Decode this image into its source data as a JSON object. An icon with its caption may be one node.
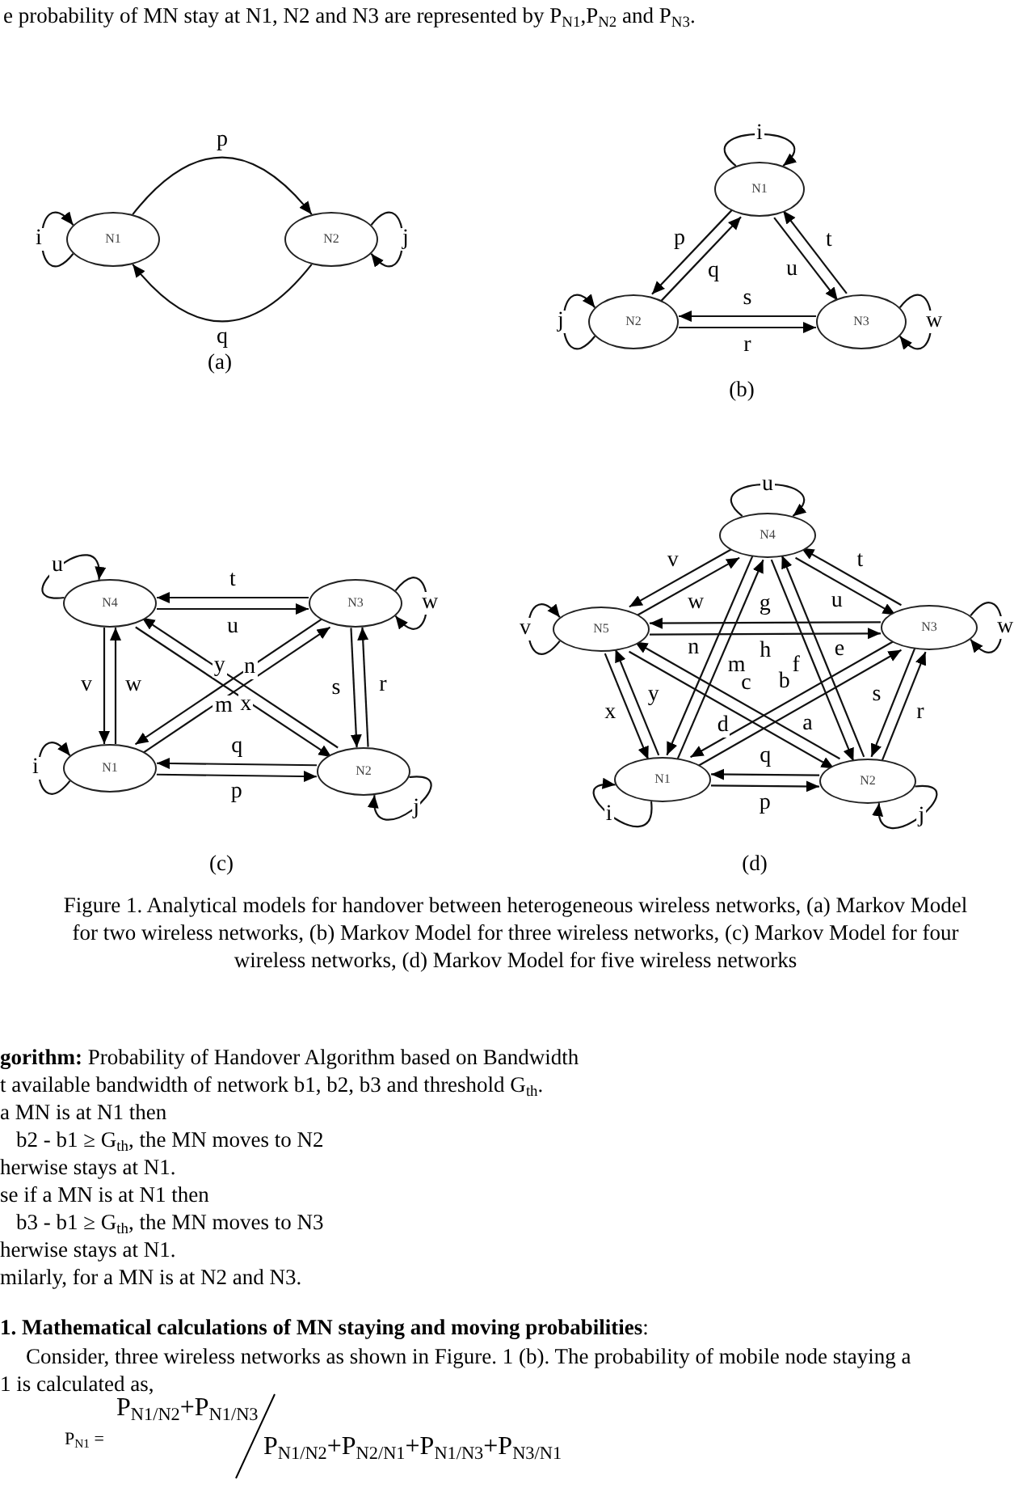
{
  "diagram": {
    "caption": "Figure 1. Analytical models for handover between heterogeneous wireless networks, (a) Markov Model for two wireless networks, (b) Markov Model for three wireless networks, (c) Markov Model for four wireless networks, (d) Markov Model for five wireless networks",
    "nodes": [
      {
        "text": [
          "N1"
        ]
      },
      {
        "text": [
          "N2"
        ]
      },
      {
        "text": [
          "N1"
        ]
      },
      {
        "text": [
          "N2"
        ]
      },
      {
        "text": [
          "N3"
        ]
      },
      {
        "text": [
          "N4"
        ]
      },
      {
        "text": [
          "N3"
        ]
      },
      {
        "text": [
          "N1"
        ]
      },
      {
        "text": [
          "N2"
        ]
      },
      {
        "text": [
          "N4"
        ]
      },
      {
        "text": [
          "N5"
        ]
      },
      {
        "text": [
          "N3"
        ]
      },
      {
        "text": [
          "N1"
        ]
      },
      {
        "text": [
          "N2"
        ]
      }
    ],
    "edges": [
      {
        "from": 0,
        "to": 0,
        "arrow": "to",
        "label": "i"
      },
      {
        "from": 1,
        "to": 1,
        "arrow": "to",
        "label": "j"
      },
      {
        "from": 0,
        "to": 1,
        "arrow": "to",
        "label": "p"
      },
      {
        "from": 1,
        "to": 0,
        "arrow": "to",
        "label": "q"
      },
      {
        "from": 2,
        "to": 2,
        "arrow": "to",
        "label": "i"
      },
      {
        "from": 3,
        "to": 3,
        "arrow": "to",
        "label": "j"
      },
      {
        "from": 4,
        "to": 4,
        "arrow": "to",
        "label": "w"
      },
      {
        "from": 2,
        "to": 3,
        "arrow": "to",
        "label": "p"
      },
      {
        "from": 3,
        "to": 2,
        "arrow": "to",
        "label": "q"
      },
      {
        "from": 2,
        "to": 4,
        "arrow": "to",
        "label": "u"
      },
      {
        "from": 4,
        "to": 2,
        "arrow": "to",
        "label": "t"
      },
      {
        "from": 4,
        "to": 3,
        "arrow": "to",
        "label": "s"
      },
      {
        "from": 3,
        "to": 4,
        "arrow": "to",
        "label": "r"
      },
      {
        "from": 5,
        "to": 5,
        "arrow": "to",
        "label": "u"
      },
      {
        "from": 6,
        "to": 6,
        "arrow": "to",
        "label": "w"
      },
      {
        "from": 7,
        "to": 7,
        "arrow": "to",
        "label": "i"
      },
      {
        "from": 8,
        "to": 8,
        "arrow": "to",
        "label": "j"
      },
      {
        "from": 6,
        "to": 5,
        "arrow": "to",
        "label": "t"
      },
      {
        "from": 5,
        "to": 6,
        "arrow": "to",
        "label": "u"
      },
      {
        "from": 5,
        "to": 7,
        "arrow": "to",
        "label": "v"
      },
      {
        "from": 7,
        "to": 5,
        "arrow": "to",
        "label": "w"
      },
      {
        "from": 7,
        "to": 6,
        "arrow": "to",
        "label": "x"
      },
      {
        "from": 6,
        "to": 7,
        "arrow": "to",
        "label": "y"
      },
      {
        "from": 5,
        "to": 8,
        "arrow": "to",
        "label": "m"
      },
      {
        "from": 8,
        "to": 5,
        "arrow": "to",
        "label": "n"
      },
      {
        "from": 6,
        "to": 8,
        "arrow": "to",
        "label": "s"
      },
      {
        "from": 8,
        "to": 6,
        "arrow": "to",
        "label": "r"
      },
      {
        "from": 8,
        "to": 7,
        "arrow": "to",
        "label": "q"
      },
      {
        "from": 7,
        "to": 8,
        "arrow": "to",
        "label": "p"
      },
      {
        "from": 9,
        "to": 9,
        "arrow": "to",
        "label": "u"
      },
      {
        "from": 10,
        "to": 10,
        "arrow": "to",
        "label": "v"
      },
      {
        "from": 11,
        "to": 11,
        "arrow": "to",
        "label": "w"
      },
      {
        "from": 12,
        "to": 12,
        "arrow": "to",
        "label": "i"
      },
      {
        "from": 13,
        "to": 13,
        "arrow": "to",
        "label": "j"
      },
      {
        "from": 9,
        "to": 10,
        "arrow": "to",
        "label": "v"
      },
      {
        "from": 10,
        "to": 9,
        "arrow": "to",
        "label": "w"
      },
      {
        "from": 11,
        "to": 9,
        "arrow": "to",
        "label": "t"
      },
      {
        "from": 9,
        "to": 11,
        "arrow": "to",
        "label": "u"
      },
      {
        "from": 10,
        "to": 11,
        "arrow": "to",
        "label": "h"
      },
      {
        "from": 11,
        "to": 10,
        "arrow": "to",
        "label": "g"
      },
      {
        "from": 12,
        "to": 9,
        "arrow": "to",
        "label": "m"
      },
      {
        "from": 9,
        "to": 12,
        "arrow": "to",
        "label": "n"
      },
      {
        "from": 13,
        "to": 9,
        "arrow": "to",
        "label": "e"
      },
      {
        "from": 9,
        "to": 13,
        "arrow": "to",
        "label": "f"
      },
      {
        "from": 10,
        "to": 13,
        "arrow": "to",
        "label": "d"
      },
      {
        "from": 13,
        "to": 10,
        "arrow": "to",
        "label": "c"
      },
      {
        "from": 12,
        "to": 11,
        "arrow": "to",
        "label": "a"
      },
      {
        "from": 11,
        "to": 12,
        "arrow": "to",
        "label": "b"
      },
      {
        "from": 10,
        "to": 12,
        "arrow": "to",
        "label": "x"
      },
      {
        "from": 12,
        "to": 10,
        "arrow": "to",
        "label": "y"
      },
      {
        "from": 11,
        "to": 13,
        "arrow": "to",
        "label": "s"
      },
      {
        "from": 13,
        "to": 11,
        "arrow": "to",
        "label": "r"
      },
      {
        "from": 13,
        "to": 12,
        "arrow": "to",
        "label": "q"
      },
      {
        "from": 12,
        "to": 13,
        "arrow": "to",
        "label": "p"
      }
    ],
    "labels": [
      "e probability of MN stay at N1, N2 and N3  are represented by P$_{N1}$,P$_{N2}$  and P$_{N3}$.",
      "(a)",
      "(b)",
      "(c)",
      "(d)",
      "**gorithm:** Probability of Handover Algorithm based on Bandwidth",
      "t available bandwidth of network b1, b2, b3 and threshold G$_{th}$.",
      "a MN is at N1 then",
      "b2 - b1 ≥  G$_{th}$, the MN moves to N2",
      "herwise stays at N1.",
      "se if a MN is at N1 then",
      "b3 - b1 ≥  G$_{th}$, the MN moves to N3",
      "herwise stays at N1.",
      "milarly, for a MN is at N2 and N3.",
      "**1.  Mathematical calculations of MN staying and moving probabilities**:",
      "Consider, three wireless networks as shown in Figure. 1 (b). The probability of mobile node staying a",
      "1 is calculated as,",
      "P$_{N1}$ =",
      "P$_{N1/N2}$+P$_{N1/N3}$",
      "P$_{N1/N2}$+P$_{N2/N1}$+P$_{N1/N3}$+P$_{N3/N1}$"
    ]
  }
}
